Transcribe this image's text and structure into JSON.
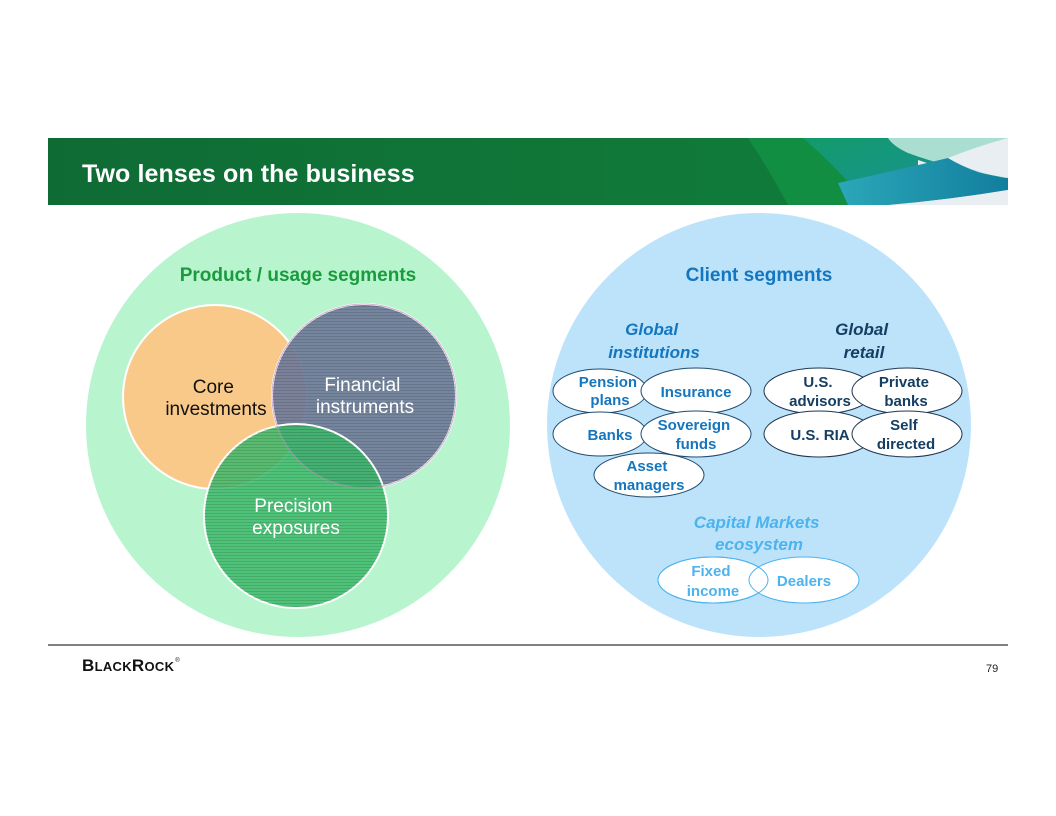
{
  "header": {
    "title": "Two lenses on the business"
  },
  "left_panel": {
    "title": "Product / usage segments",
    "circles": [
      {
        "label_lines": [
          "Core",
          "investments"
        ],
        "fill": "#F9C98A",
        "text_color": "#111111"
      },
      {
        "label_lines": [
          "Financial",
          "instruments"
        ],
        "fill": "#6F7B9A",
        "text_color": "#ffffff"
      },
      {
        "label_lines": [
          "Precision",
          "exposures"
        ],
        "fill": "#3CB96A",
        "text_color": "#ffffff"
      }
    ],
    "background": "#B8F5CF",
    "title_color": "#1B9A3E"
  },
  "right_panel": {
    "title": "Client segments",
    "background": "#BDE3FB",
    "title_color": "#1476BF",
    "groups": [
      {
        "heading_lines": [
          "Global",
          "institutions"
        ],
        "heading_color": "#1476BF",
        "items": [
          {
            "label_lines": [
              "Pension",
              "plans"
            ]
          },
          {
            "label_lines": [
              "Insurance"
            ]
          },
          {
            "label_lines": [
              "Banks"
            ]
          },
          {
            "label_lines": [
              "Sovereign",
              "funds"
            ]
          },
          {
            "label_lines": [
              "Asset",
              "managers"
            ]
          }
        ]
      },
      {
        "heading_lines": [
          "Global",
          "retail"
        ],
        "heading_color": "#153E63",
        "items": [
          {
            "label_lines": [
              "U.S.",
              "advisors"
            ]
          },
          {
            "label_lines": [
              "Private",
              "banks"
            ]
          },
          {
            "label_lines": [
              "U.S. RIA"
            ]
          },
          {
            "label_lines": [
              "Self",
              "directed"
            ]
          }
        ]
      },
      {
        "heading_lines": [
          "Capital Markets",
          "ecosystem"
        ],
        "heading_color": "#4BB3EE",
        "items": [
          {
            "label_lines": [
              "Fixed",
              "income"
            ]
          },
          {
            "label_lines": [
              "Dealers"
            ]
          }
        ]
      }
    ]
  },
  "footer": {
    "logo_text": "BlackRock",
    "logo_parts": [
      "B",
      "LACK",
      "R",
      "OCK"
    ],
    "registered_mark": "®",
    "page_number": "79"
  }
}
